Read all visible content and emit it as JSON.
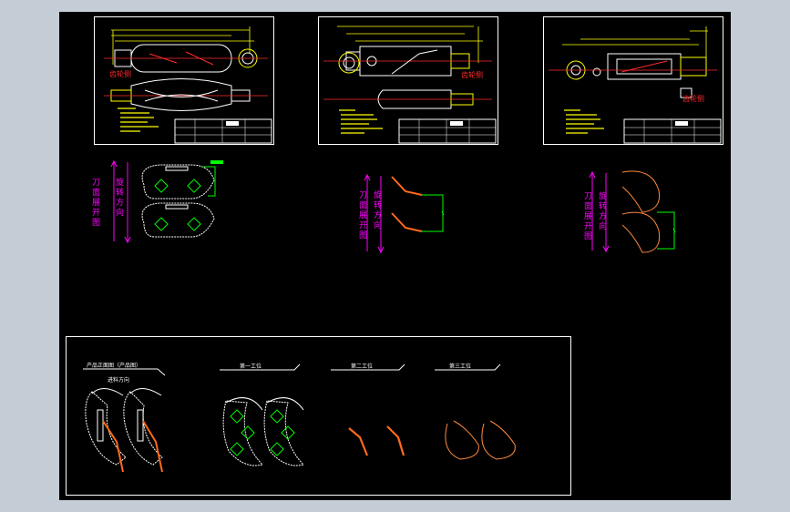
{
  "sheets": [
    {
      "red_label": "齿轮侧"
    },
    {
      "red_label": "齿轮侧"
    },
    {
      "red_label": "齿轮侧"
    }
  ],
  "side_labels": {
    "expand": "刀面展开图",
    "rotate": "旋转方向"
  },
  "process_labels": {
    "product": "产品正面图（产品图）",
    "material": "进料方向",
    "step1": "第一工位",
    "step2": "第二工位",
    "step3": "第三工位"
  },
  "colors": {
    "background": "#000000",
    "outline": "#ffffff",
    "yellow": "#ffff00",
    "green": "#00ff00",
    "magenta": "#ff00ff",
    "orange": "#ff6a1a",
    "red": "#ff2a2a",
    "cyan": "#00ffff"
  }
}
